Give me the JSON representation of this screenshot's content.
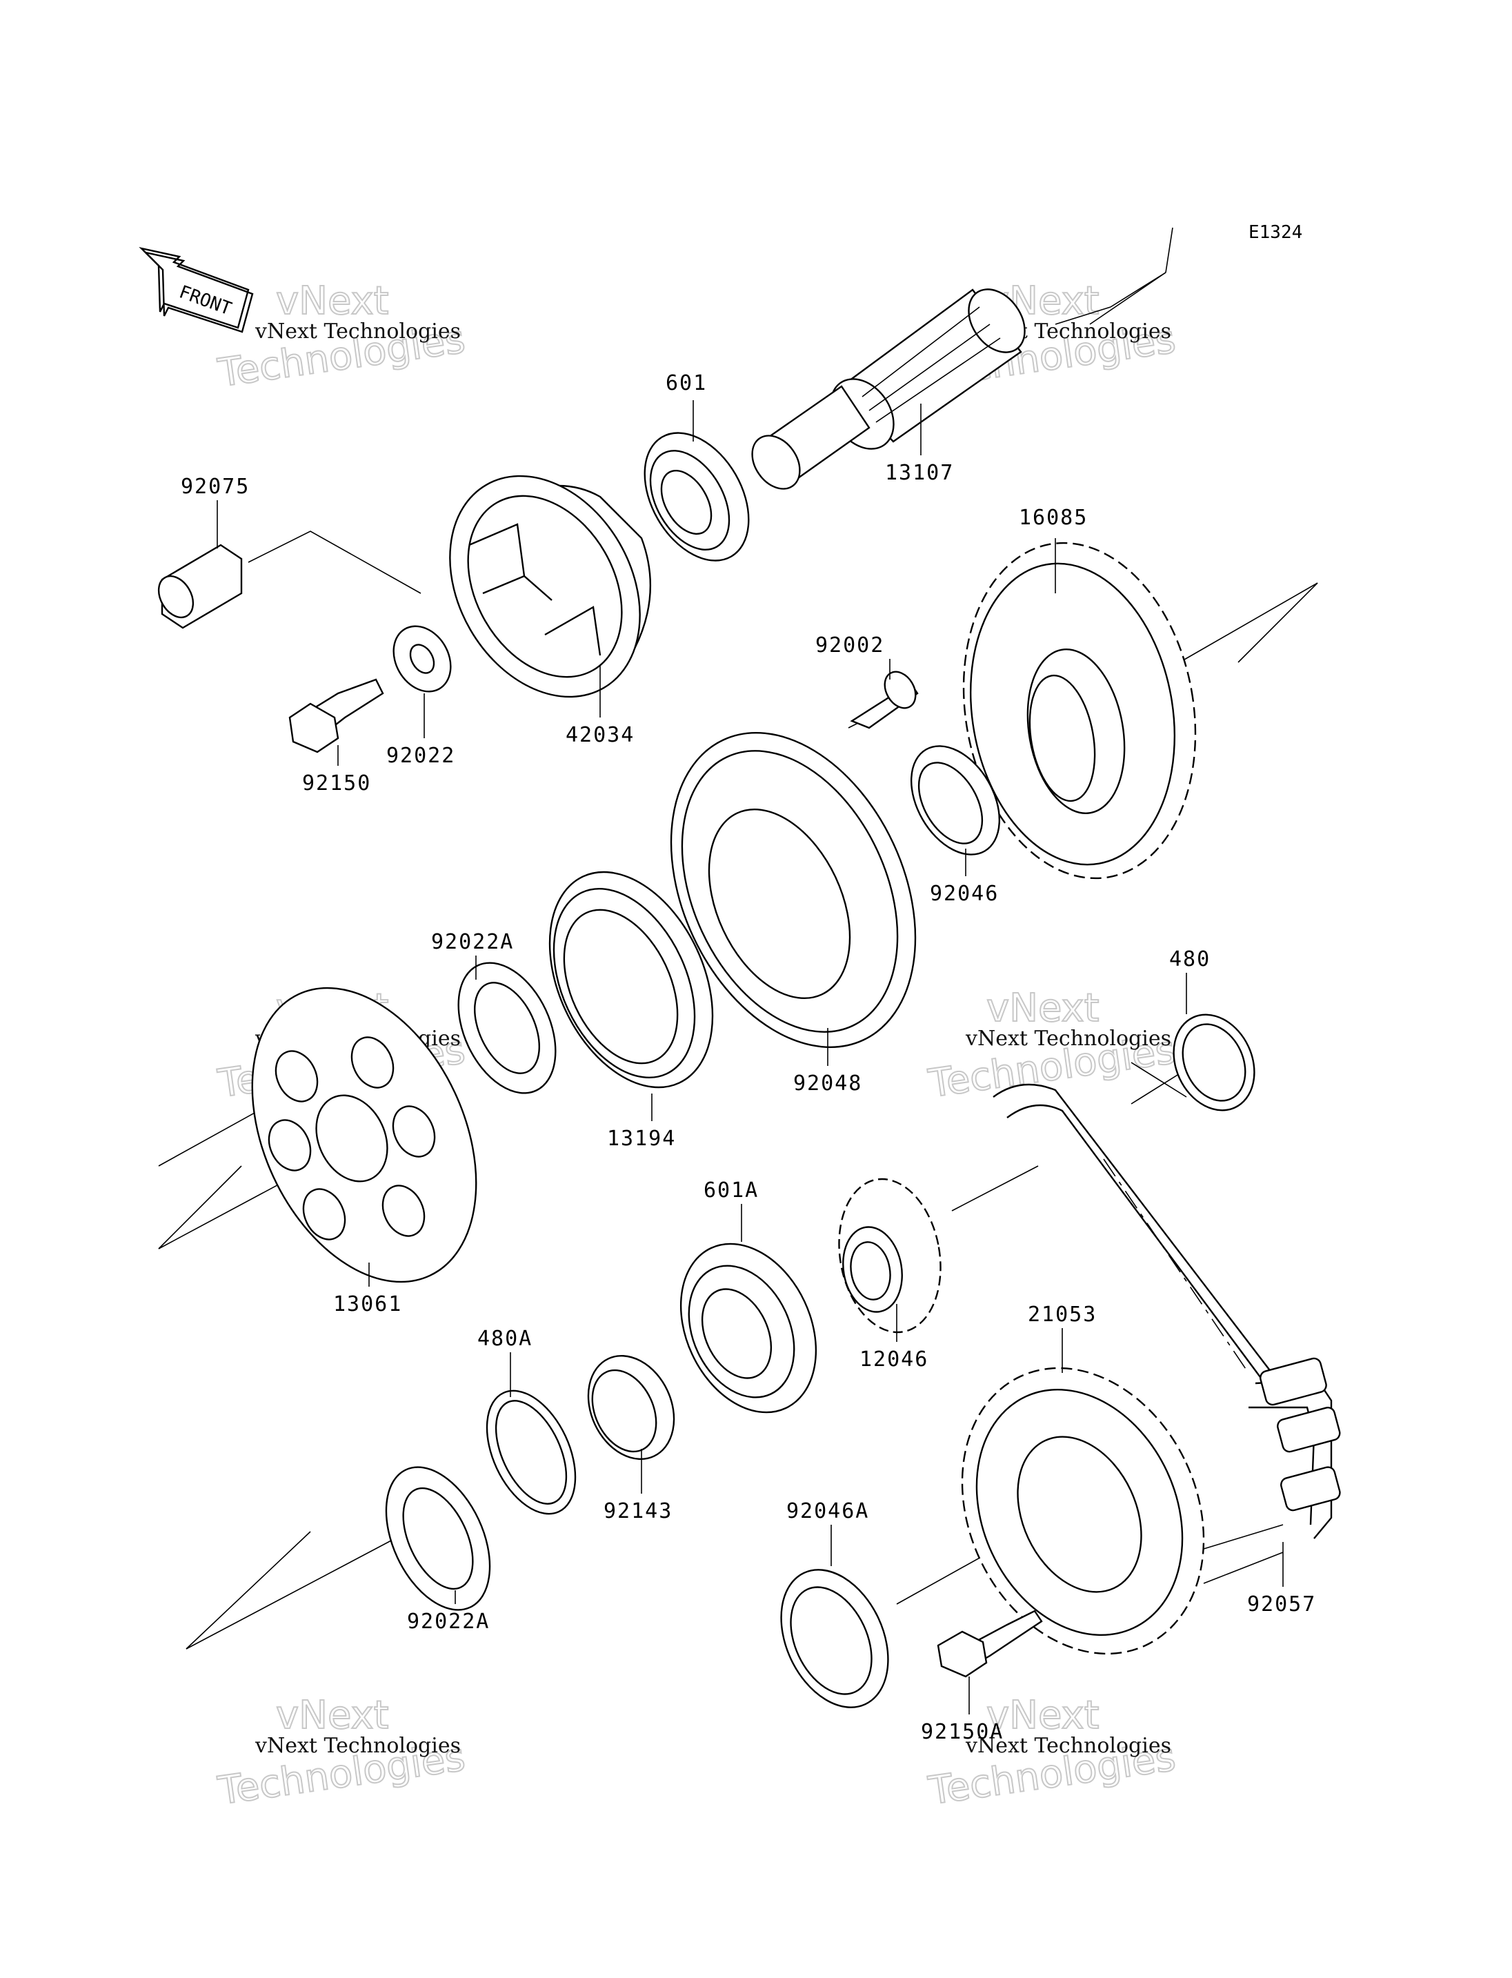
{
  "diagram": {
    "code": "E1324",
    "front_label": "FRONT",
    "watermark": {
      "small": "vNext Technologies",
      "big_line1": "vNext",
      "big_line2": "Technologies"
    },
    "parts": [
      {
        "id": "p601",
        "label": "601"
      },
      {
        "id": "p13107",
        "label": "13107"
      },
      {
        "id": "p92075",
        "label": "92075"
      },
      {
        "id": "p42034",
        "label": "42034"
      },
      {
        "id": "p92022",
        "label": "92022"
      },
      {
        "id": "p92150",
        "label": "92150"
      },
      {
        "id": "p16085",
        "label": "16085"
      },
      {
        "id": "p92002",
        "label": "92002"
      },
      {
        "id": "p92046",
        "label": "92046"
      },
      {
        "id": "p92022A_top",
        "label": "92022A"
      },
      {
        "id": "p92048",
        "label": "92048"
      },
      {
        "id": "p13194",
        "label": "13194"
      },
      {
        "id": "p480",
        "label": "480"
      },
      {
        "id": "p13061",
        "label": "13061"
      },
      {
        "id": "p601A",
        "label": "601A"
      },
      {
        "id": "p12046",
        "label": "12046"
      },
      {
        "id": "p21053",
        "label": "21053"
      },
      {
        "id": "p480A",
        "label": "480A"
      },
      {
        "id": "p92143",
        "label": "92143"
      },
      {
        "id": "p92046A",
        "label": "92046A"
      },
      {
        "id": "p92057",
        "label": "92057"
      },
      {
        "id": "p92022A_bottom",
        "label": "92022A"
      },
      {
        "id": "p92150A",
        "label": "92150A"
      }
    ]
  }
}
